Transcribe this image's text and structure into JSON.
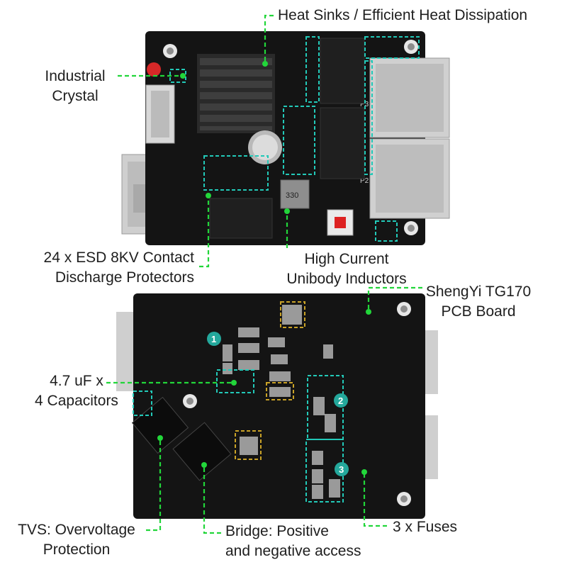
{
  "colors": {
    "accent": "#22d63a",
    "highlight": "#22c9b8",
    "board": "#141414"
  },
  "labels": {
    "heat_sinks": "Heat Sinks / Efficient Heat Dissipation",
    "crystal_1": "Industrial",
    "crystal_2": "Crystal",
    "esd_1": "24 x ESD 8KV Contact",
    "esd_2": "Discharge Protectors",
    "inductor_1": "High Current",
    "inductor_2": "Unibody Inductors",
    "pcb_1": "ShengYi TG170",
    "pcb_2": "PCB Board",
    "cap_1": "4.7 uF x",
    "cap_2": "4 Capacitors",
    "tvs_1": "TVS: Overvoltage",
    "tvs_2": "Protection",
    "bridge_1": "Bridge: Positive",
    "bridge_2": "and negative access",
    "fuses": "3 x Fuses"
  },
  "badges": [
    "1",
    "2",
    "3"
  ],
  "board_text": {
    "inductor_mark": "330",
    "port_p3": "P3",
    "port_p2": "P2"
  }
}
